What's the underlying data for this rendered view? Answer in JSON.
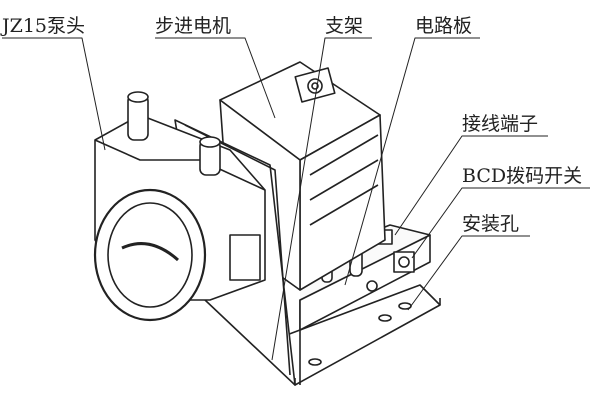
{
  "labels": {
    "pump_head": "JZ15泵头",
    "stepper_motor": "步进电机",
    "bracket": "支架",
    "circuit_board": "电路板",
    "terminal": "接线端子",
    "bcd_switch": "BCD拨码开关",
    "mount_hole": "安装孔"
  }
}
